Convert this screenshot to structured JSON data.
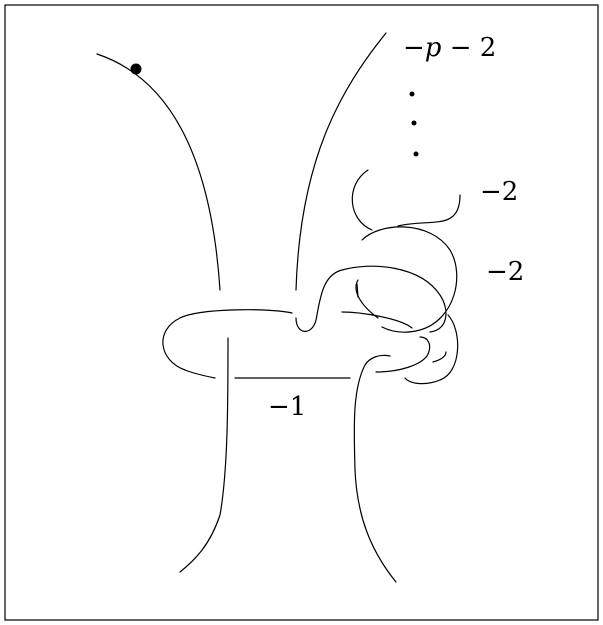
{
  "diagram": {
    "labels": {
      "top": {
        "minus": "−",
        "p": "p",
        "rest": " − 2"
      },
      "vdots": "⋮",
      "framing_upper": "−2",
      "framing_lower": "−2",
      "framing_central": "−1"
    },
    "basepoint": "dot"
  }
}
